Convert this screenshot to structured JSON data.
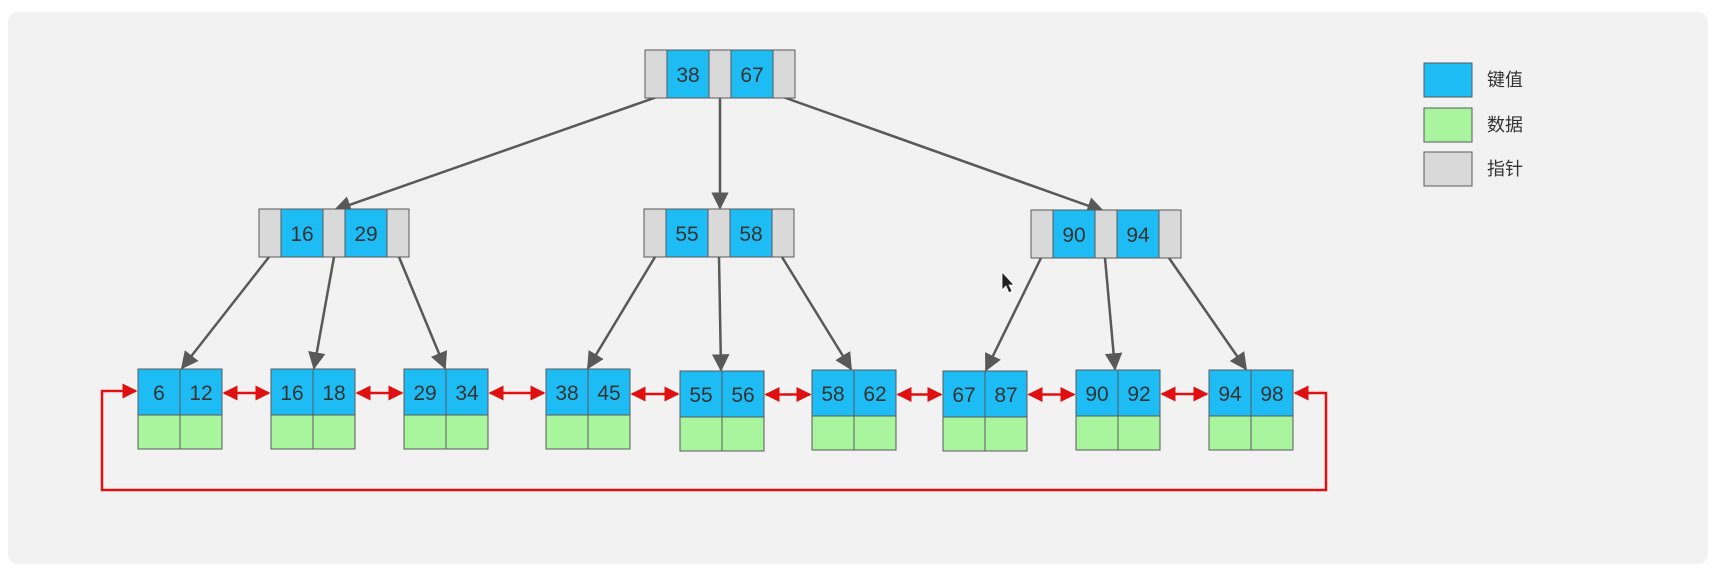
{
  "colors": {
    "key": "#1ebcf5",
    "data": "#a9f59e",
    "pointer": "#d9d9d9",
    "border": "#595959",
    "tree_arrow": "#595959",
    "leaf_link": "#e01010",
    "panel": "#f2f2f2",
    "key_text": "#333333"
  },
  "legend": [
    {
      "label": "键值",
      "swatch": "key"
    },
    {
      "label": "数据",
      "swatch": "data"
    },
    {
      "label": "指针",
      "swatch": "pointer"
    }
  ],
  "tree": {
    "root": {
      "keys": [
        "38",
        "67"
      ]
    },
    "internal": [
      {
        "keys": [
          "16",
          "29"
        ]
      },
      {
        "keys": [
          "55",
          "58"
        ]
      },
      {
        "keys": [
          "90",
          "94"
        ]
      }
    ],
    "leaves": [
      {
        "keys": [
          "6",
          "12"
        ]
      },
      {
        "keys": [
          "16",
          "18"
        ]
      },
      {
        "keys": [
          "29",
          "34"
        ]
      },
      {
        "keys": [
          "38",
          "45"
        ]
      },
      {
        "keys": [
          "55",
          "56"
        ]
      },
      {
        "keys": [
          "58",
          "62"
        ]
      },
      {
        "keys": [
          "67",
          "87"
        ]
      },
      {
        "keys": [
          "90",
          "92"
        ]
      },
      {
        "keys": [
          "94",
          "98"
        ]
      }
    ]
  }
}
